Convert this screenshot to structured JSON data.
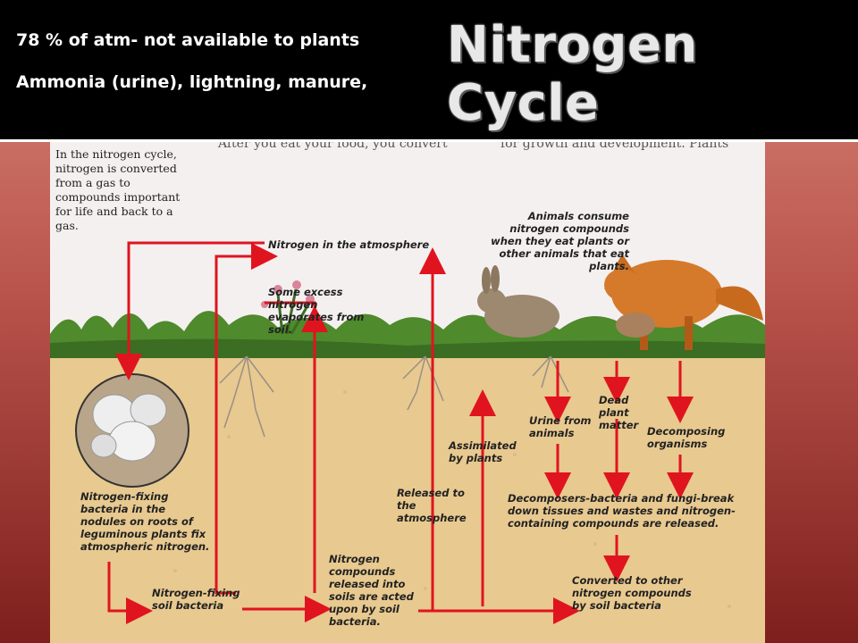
{
  "slide": {
    "title": "Nitrogen Cycle",
    "bullets": [
      "78 % of atm- not  available to plants",
      "Ammonia (urine), lightning, manure,"
    ]
  },
  "figure": {
    "intro": "In the nitrogen cycle, nitrogen is converted from a gas to compounds important for life and back to a gas.",
    "bleed_left": "After you eat your food, you convert",
    "bleed_right": "for growth and development. Plants",
    "labels": {
      "atmosphere": "Nitrogen in the atmosphere",
      "evaporates": "Some excess nitrogen evaporates from soil.",
      "animals": "Animals consume nitrogen compounds when they eat plants or other animals that eat plants.",
      "fixing_nodules": "Nitrogen-fixing bacteria in the nodules on roots of leguminous plants fix atmospheric nitrogen.",
      "soil_bacteria": "Nitrogen-fixing soil bacteria",
      "released_soils": "Nitrogen compounds released into soils are acted upon by soil bacteria.",
      "released_atm": "Released to the atmosphere",
      "assimilated": "Assimilated by plants",
      "urine": "Urine from animals",
      "dead_plant": "Dead plant matter",
      "decomposing": "Decomposing organisms",
      "decomposers": "Decomposers-bacteria and fungi-break down tissues and wastes and nitrogen-containing compounds are released.",
      "converted": "Converted to other nitrogen compounds by soil bacteria"
    }
  },
  "colors": {
    "arrow": "#e0141f",
    "soil": "#e8c98f",
    "grass": "#4f8a2c",
    "sky": "#f3efef"
  }
}
